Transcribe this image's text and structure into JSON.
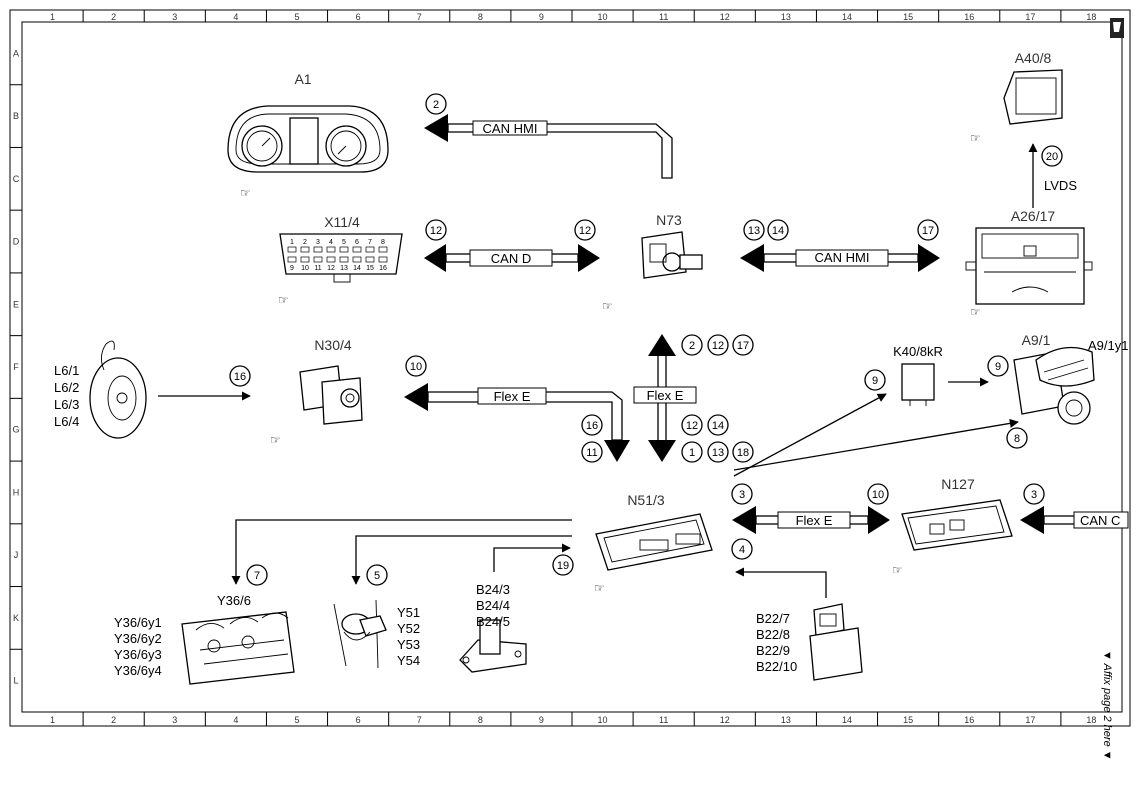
{
  "grid": {
    "columns": [
      "1",
      "2",
      "3",
      "4",
      "5",
      "6",
      "7",
      "8",
      "9",
      "10",
      "11",
      "12",
      "13",
      "14",
      "15",
      "16",
      "17",
      "18"
    ],
    "rows": [
      "A",
      "B",
      "C",
      "D",
      "E",
      "F",
      "G",
      "H",
      "J",
      "K",
      "L"
    ]
  },
  "components": {
    "a1": "A1",
    "a40_8": "A40/8",
    "x11_4": "X11/4",
    "n73": "N73",
    "a26_17": "A26/17",
    "n30_4": "N30/4",
    "k40_8kr": "K40/8kR",
    "a9_1": "A9/1",
    "a9_1y1": "A9/1y1",
    "n51_3": "N51/3",
    "n127": "N127",
    "y36_6": "Y36/6"
  },
  "label_groups": {
    "l6": [
      "L6/1",
      "L6/2",
      "L6/3",
      "L6/4"
    ],
    "y36": [
      "Y36/6y1",
      "Y36/6y2",
      "Y36/6y3",
      "Y36/6y4"
    ],
    "y5x": [
      "Y51",
      "Y52",
      "Y53",
      "Y54"
    ],
    "b24": [
      "B24/3",
      "B24/4",
      "B24/5"
    ],
    "b22": [
      "B22/7",
      "B22/8",
      "B22/9",
      "B22/10"
    ]
  },
  "buses": {
    "can_hmi_top": "CAN HMI",
    "can_d": "CAN D",
    "can_hmi_right": "CAN HMI",
    "flex_e_vertical": "Flex E",
    "flex_e_left": "Flex E",
    "flex_e_bottom": "Flex E",
    "can_c": "CAN C",
    "lvds": "LVDS"
  },
  "callouts": {
    "c_can_hmi_top": "2",
    "c_lvds": "20",
    "c_can_d_left": "12",
    "c_can_d_right": "12",
    "c_can_hmi_13": "13",
    "c_can_hmi_14": "14",
    "c_can_hmi_17": "17",
    "c_l6": "16",
    "c_flex_left": "10",
    "c_up_2": "2",
    "c_up_12": "12",
    "c_up_17": "17",
    "c_dn_12": "12",
    "c_dn_14": "14",
    "c_dn_1": "1",
    "c_dn_13": "13",
    "c_dn_18": "18",
    "c_l_16": "16",
    "c_l_11": "11",
    "c_k40": "9",
    "c_a9_in": "9",
    "c_a9_8": "8",
    "c_flex_bl": "3",
    "c_flex_br": "10",
    "c_can_c": "3",
    "c_b22": "4",
    "c_y36": "7",
    "c_y5x": "5",
    "c_b24": "19"
  },
  "affix_note": "▼ Affix page 2 here ▼"
}
